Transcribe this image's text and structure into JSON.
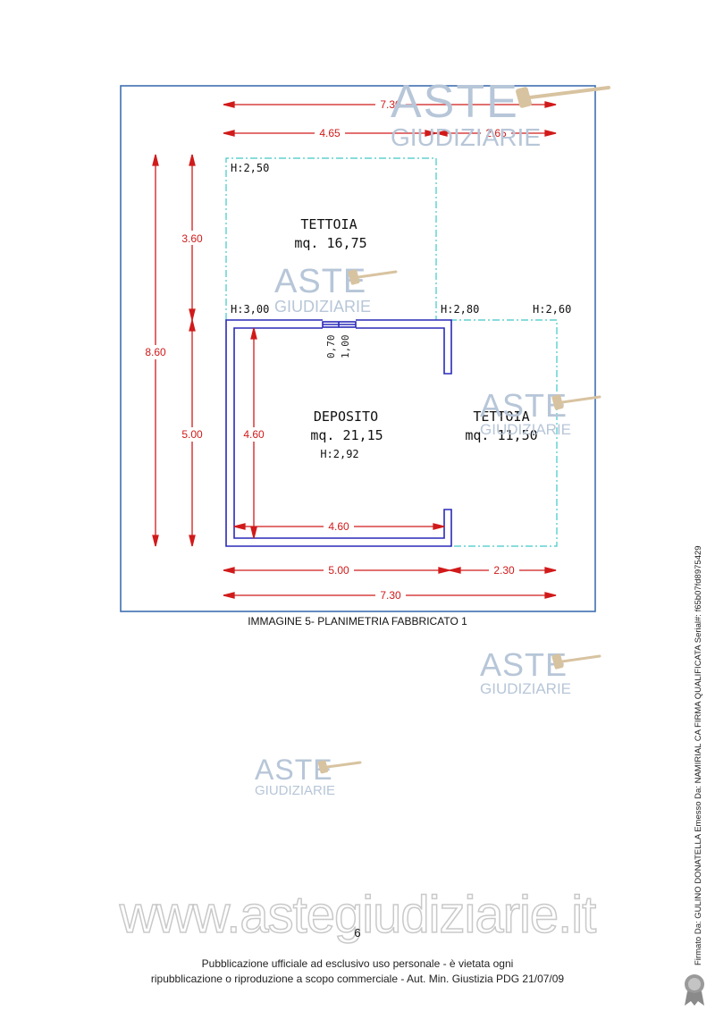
{
  "plan": {
    "dimensions": {
      "total_width_top": "7.30",
      "left_width_top": "4.65",
      "right_width_top": "2.65",
      "upper_height": "3.60",
      "total_height": "8.60",
      "lower_height": "5.00",
      "inner_height": "4.60",
      "inner_width": "4.60",
      "bottom_left": "5.00",
      "bottom_right": "2.30",
      "bottom_total": "7.30",
      "window_a": "0,70",
      "window_b": "1,00"
    },
    "heights": {
      "h1": "H:2,50",
      "h2": "H:3,00",
      "h3": "H:2,80",
      "h4": "H:2,60"
    },
    "rooms": {
      "tettoia_top": {
        "name": "TETTOIA",
        "area": "mq. 16,75"
      },
      "deposito": {
        "name": "DEPOSITO",
        "area": "mq. 21,15",
        "height": "H:2,92"
      },
      "tettoia_right": {
        "name": "TETTOIA",
        "area": "mq. 11,50"
      }
    }
  },
  "caption": "IMMAGINE 5- PLANIMETRIA FABBRICATO 1",
  "watermark": {
    "aste": "ASTE",
    "giudiziarie": "GIUDIZIARIE",
    "url": "www.astegiudiziarie.it"
  },
  "page_number": "6",
  "footer": {
    "line1": "Pubblicazione ufficiale ad esclusivo uso personale - è vietata ogni",
    "line2": "ripubblicazione o riproduzione a scopo commerciale - Aut. Min. Giustizia PDG 21/07/09"
  },
  "signature": "Firmato Da: GULINO DONATELLA Emesso Da: NAMIRIAL CA FIRMA QUALIFICATA Serial#: f65b07fd8975429",
  "colors": {
    "dimension": "#d11a1a",
    "wall": "#2a2ab8",
    "dashed": "#40c8c8",
    "frame": "#3f6fb0",
    "watermark": "#b7c6d8"
  }
}
